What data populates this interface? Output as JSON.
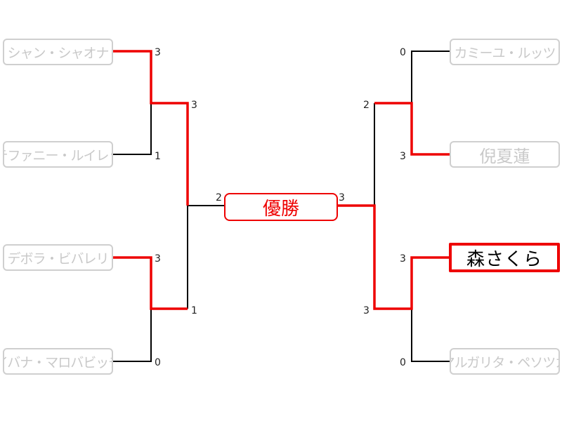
{
  "colors": {
    "win_line": "#ee0000",
    "lose_line": "#000000",
    "loser_text": "#c9c9c9",
    "winner_border": "#ee0000"
  },
  "final_label": "優勝",
  "players": {
    "l1": "シャン・シャオナ",
    "l2": "ステファニー・ルイレット",
    "l3": "デボラ・ビバレリ",
    "l4": "イバナ・マロバビッチ",
    "r1": "カミーユ・ルッツ",
    "r2": "倪夏蓮",
    "r3": "森さくら",
    "r4": "マルガリタ・ペソツカ"
  },
  "scores": {
    "l1": "3",
    "l2": "1",
    "l3": "3",
    "l4": "0",
    "l_semi_top": "3",
    "l_semi_bottom": "1",
    "final_left": "2",
    "final_right": "3",
    "r_semi_top": "2",
    "r_semi_bottom": "3",
    "r1": "0",
    "r2": "3",
    "r3": "3",
    "r4": "0"
  },
  "champion": "森さくら"
}
